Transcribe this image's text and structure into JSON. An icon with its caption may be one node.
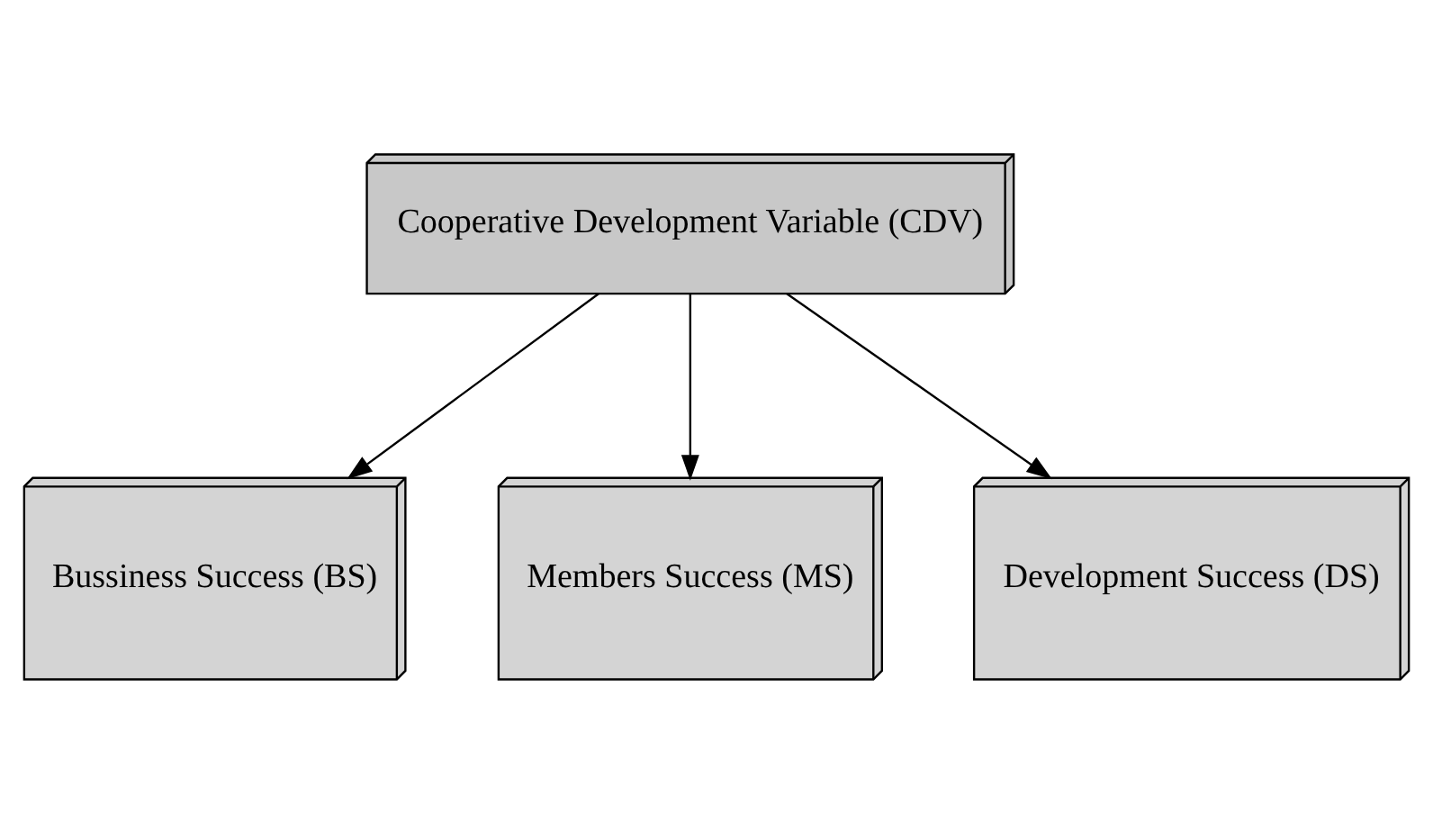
{
  "diagram": {
    "nodes": [
      {
        "text": [
          "Cooperative Development Variable (CDV)"
        ]
      },
      {
        "text": [
          "Bussiness Success (BS)"
        ]
      },
      {
        "text": [
          "Members Success (MS)"
        ]
      },
      {
        "text": [
          "Development Success (DS)"
        ]
      }
    ],
    "edges": [
      {
        "from": 0,
        "to": 1,
        "arrow": "to"
      },
      {
        "from": 0,
        "to": 2,
        "arrow": "to"
      },
      {
        "from": 0,
        "to": 3,
        "arrow": "to"
      }
    ]
  }
}
